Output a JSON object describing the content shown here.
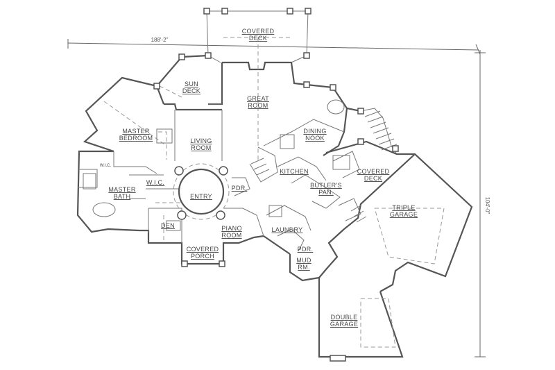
{
  "rooms": {
    "covered_deck_top": [
      "COVERED",
      "DECK"
    ],
    "sun_deck": [
      "SUN",
      "DECK"
    ],
    "great_room": [
      "GREAT",
      "ROOM"
    ],
    "master_bedroom": [
      "MASTER",
      "BEDROOM"
    ],
    "living_room": [
      "LIVING",
      "ROOM"
    ],
    "dining_nook": [
      "DINING",
      "NOOK"
    ],
    "wic_small": "W.I.C.",
    "kitchen": "KITCHEN",
    "covered_deck_right": [
      "COVERED",
      "DECK"
    ],
    "master_bath": [
      "MASTER",
      "BATH"
    ],
    "wic": "W.I.C.",
    "entry": "ENTRY",
    "pdr_top": "PDR.",
    "butlers_pan": [
      "BUTLER'S",
      "PAN."
    ],
    "triple_garage": [
      "TRIPLE",
      "GARAGE"
    ],
    "den": "DEN",
    "piano_room": [
      "PIANO",
      "ROOM"
    ],
    "laundry": "LAUNDRY",
    "pdr_bottom": "PDR.",
    "mud_rm": [
      "MUD",
      "RM."
    ],
    "covered_porch": [
      "COVERED",
      "PORCH"
    ],
    "double_garage": [
      "DOUBLE",
      "GARAGE"
    ]
  },
  "dimensions": {
    "width": "188'-2\"",
    "depth": "104'-0\""
  }
}
